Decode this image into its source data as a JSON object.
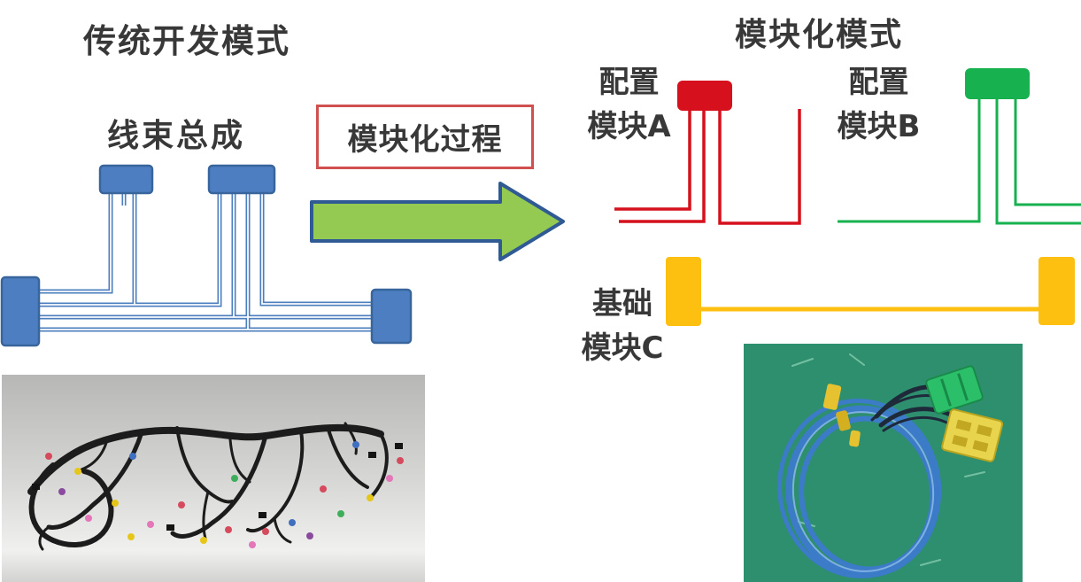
{
  "left_panel": {
    "title": "传统开发模式",
    "harness_label": "线束总成"
  },
  "process": {
    "label": "模块化过程"
  },
  "right_panel": {
    "title": "模块化模式",
    "modules": {
      "a": {
        "line1": "配置",
        "line2": "模块A"
      },
      "b": {
        "line1": "配置",
        "line2": "模块B"
      },
      "c": {
        "line1": "基础",
        "line2": "模块C"
      }
    }
  },
  "colors": {
    "text": "#383838",
    "blue_fill": "#4d7ec1",
    "blue_stroke": "#38669c",
    "wire_blue": "#4d7ebd",
    "arrow_fill": "#95ca52",
    "arrow_stroke": "#2f5a94",
    "process_box_border": "#d05050",
    "module_a_red": "#d6101c",
    "module_b_green": "#17b24f",
    "module_c_yellow": "#fdc010",
    "photo_left_bg": "#c9c9c7",
    "photo_right_bg": "#2e8f6e",
    "harness_black": "#1c1c1c",
    "coil_blue": "#3b7bc8"
  }
}
